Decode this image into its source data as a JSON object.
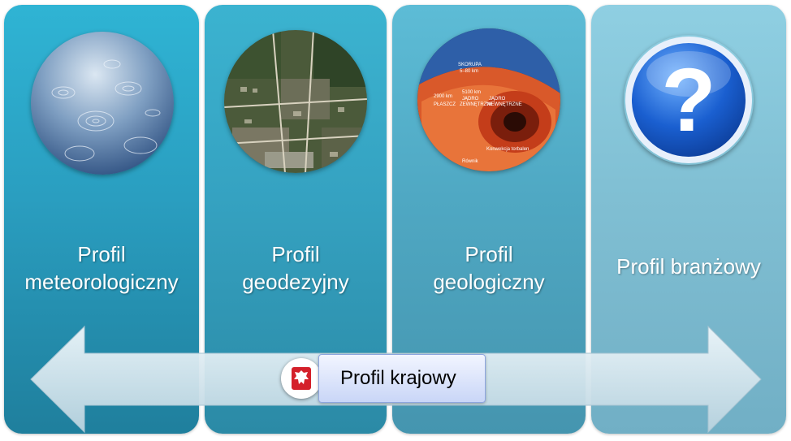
{
  "panels": [
    {
      "title_line1": "Profil",
      "title_line2": "meteorologiczny",
      "image": "water-ripples-image"
    },
    {
      "title_line1": "Profil",
      "title_line2": "geodezyjny",
      "image": "aerial-map-image"
    },
    {
      "title_line1": "Profil",
      "title_line2": "geologiczny",
      "image": "earth-cross-section-image"
    },
    {
      "title": "Profil branżowy",
      "image": "question-mark-icon"
    }
  ],
  "geology_labels": {
    "crust": "SKORUPA",
    "crust_depth": "5–80 km",
    "mantle_depth": "2900 km",
    "mantle": "PŁASZCZ",
    "outer_core_depth": "5100 km",
    "outer_core_1": "JĄDRO",
    "outer_core_2": "ZEWNĘTRZNE",
    "inner_core_1": "JĄDRO",
    "inner_core_2": "WEWNĘTRZNE",
    "convection": "Konwekcja torbalen",
    "equator": "Równik"
  },
  "arrow": {
    "label": "Profil krajowy",
    "flag_icon": "polish-eagle-emblem-icon"
  },
  "colors": {
    "panel1": "#2a9ec0",
    "panel2": "#35a2c1",
    "panel3": "#4fa8c3",
    "panel4": "#80bfd3",
    "arrow_fill": "#d9e9f0",
    "label_fill": "#c9d6f7",
    "question_blue": "#1a5fd0"
  }
}
